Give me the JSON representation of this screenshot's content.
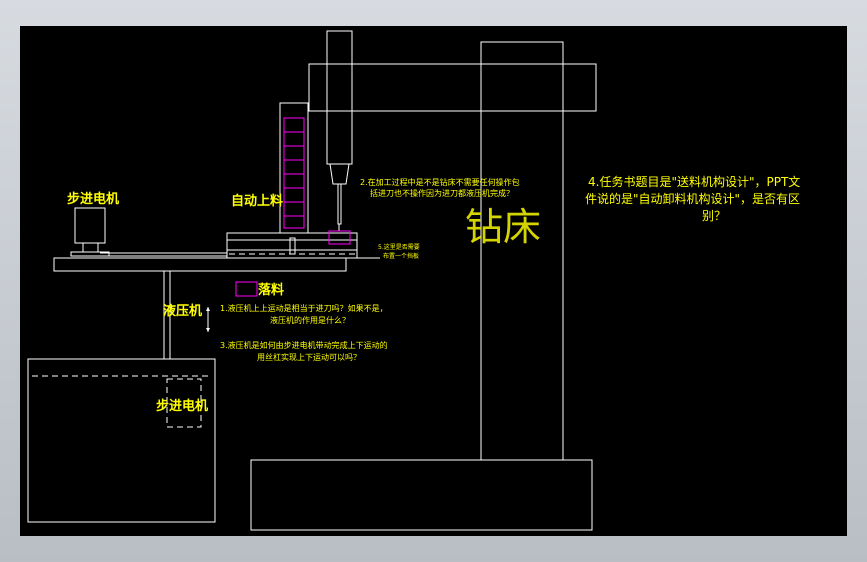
{
  "colors": {
    "background": "#000000",
    "outline": "#ffffff",
    "annotation": "#ffff00",
    "highlight": "#ff00ff"
  },
  "labels": {
    "stepper_motor_top": "步进电机",
    "auto_feed": "自动上料",
    "blanking": "落料",
    "hydraulic": "液压机",
    "stepper_motor_bottom": "步进电机",
    "drill": "钻床"
  },
  "notes": {
    "q1_line1": "1.液压机上上运动是相当于进刀吗？如果不是，",
    "q1_line2": "液压机的作用是什么？",
    "q2_line1": "2.在加工过程中是不是钻床不需要任何操作包",
    "q2_line2": "括进刀也不操作因为进刀都液压机完成？",
    "q3_line1": "3.液压机是如何由步进电机带动完成上下运动的",
    "q3_line2": "用丝杠实现上下运动可以吗？",
    "q4_line1": "4.任务书题目是\"送料机构设计\"，PPT文",
    "q4_line2": "件说的是\"自动卸料机构设计\"，是否有区",
    "q4_line3": "别？",
    "q5_line1": "5.这里是否需要",
    "q5_line2": "布置一个挡板"
  }
}
